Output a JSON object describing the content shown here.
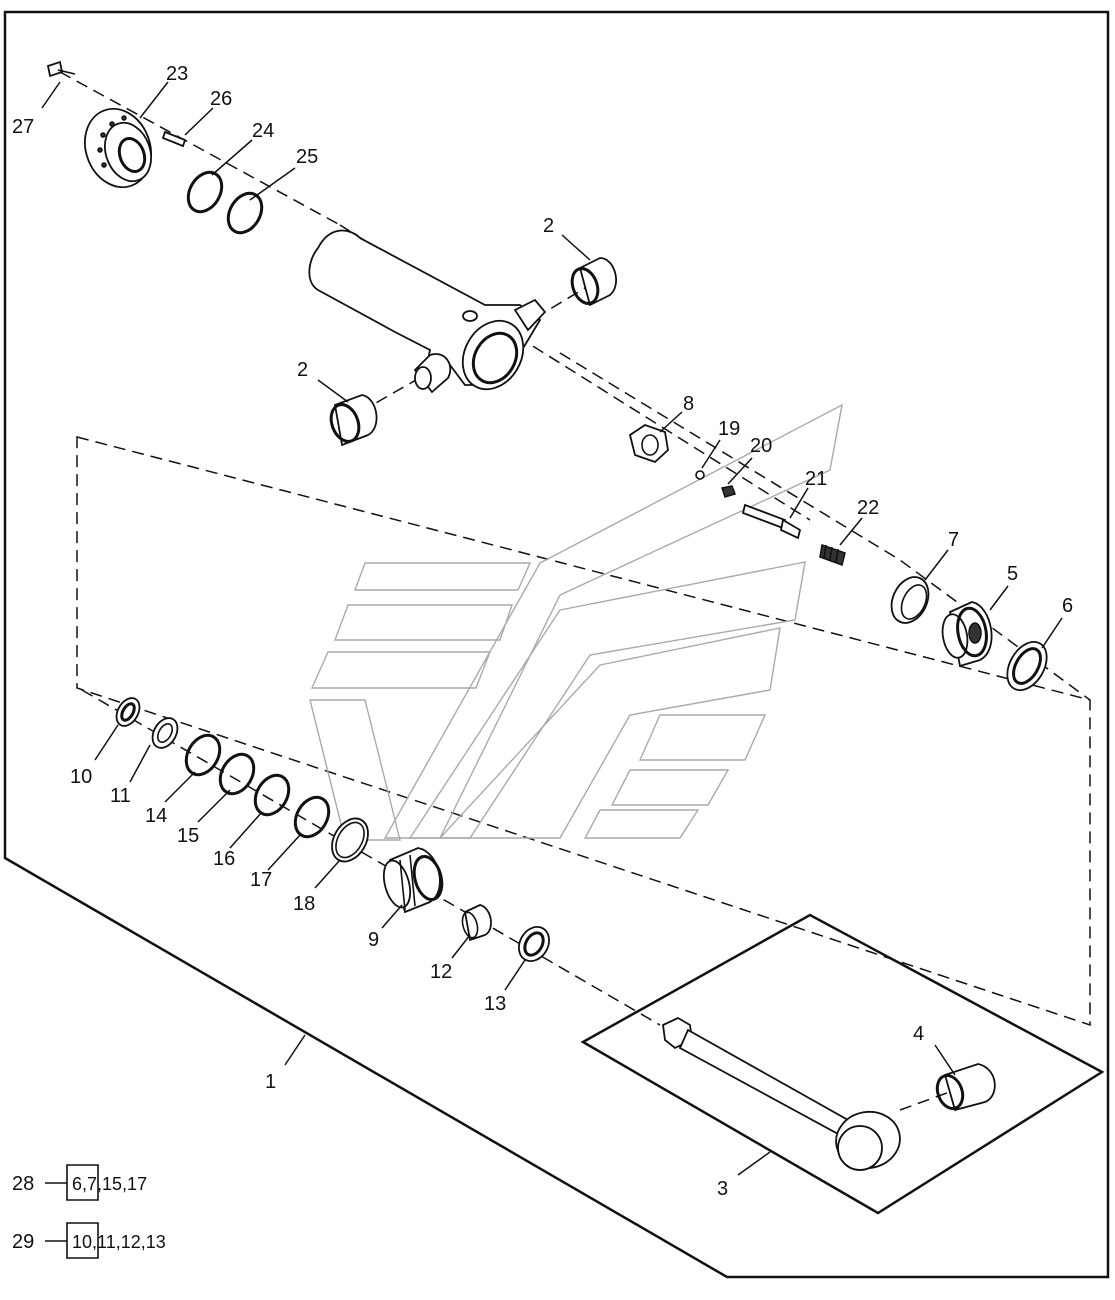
{
  "callouts": {
    "c1": "1",
    "c2a": "2",
    "c2b": "2",
    "c3": "3",
    "c4": "4",
    "c5": "5",
    "c6": "6",
    "c7": "7",
    "c8": "8",
    "c9": "9",
    "c10": "10",
    "c11": "11",
    "c12": "12",
    "c13": "13",
    "c14": "14",
    "c15": "15",
    "c16": "16",
    "c17": "17",
    "c18": "18",
    "c19": "19",
    "c20": "20",
    "c21": "21",
    "c22": "22",
    "c23": "23",
    "c24": "24",
    "c25": "25",
    "c26": "26",
    "c27": "27"
  },
  "kits": [
    {
      "number": "28",
      "first": "6,7",
      "rest": ",15,17"
    },
    {
      "number": "29",
      "first": "10",
      "rest": ",11,12,13"
    }
  ]
}
